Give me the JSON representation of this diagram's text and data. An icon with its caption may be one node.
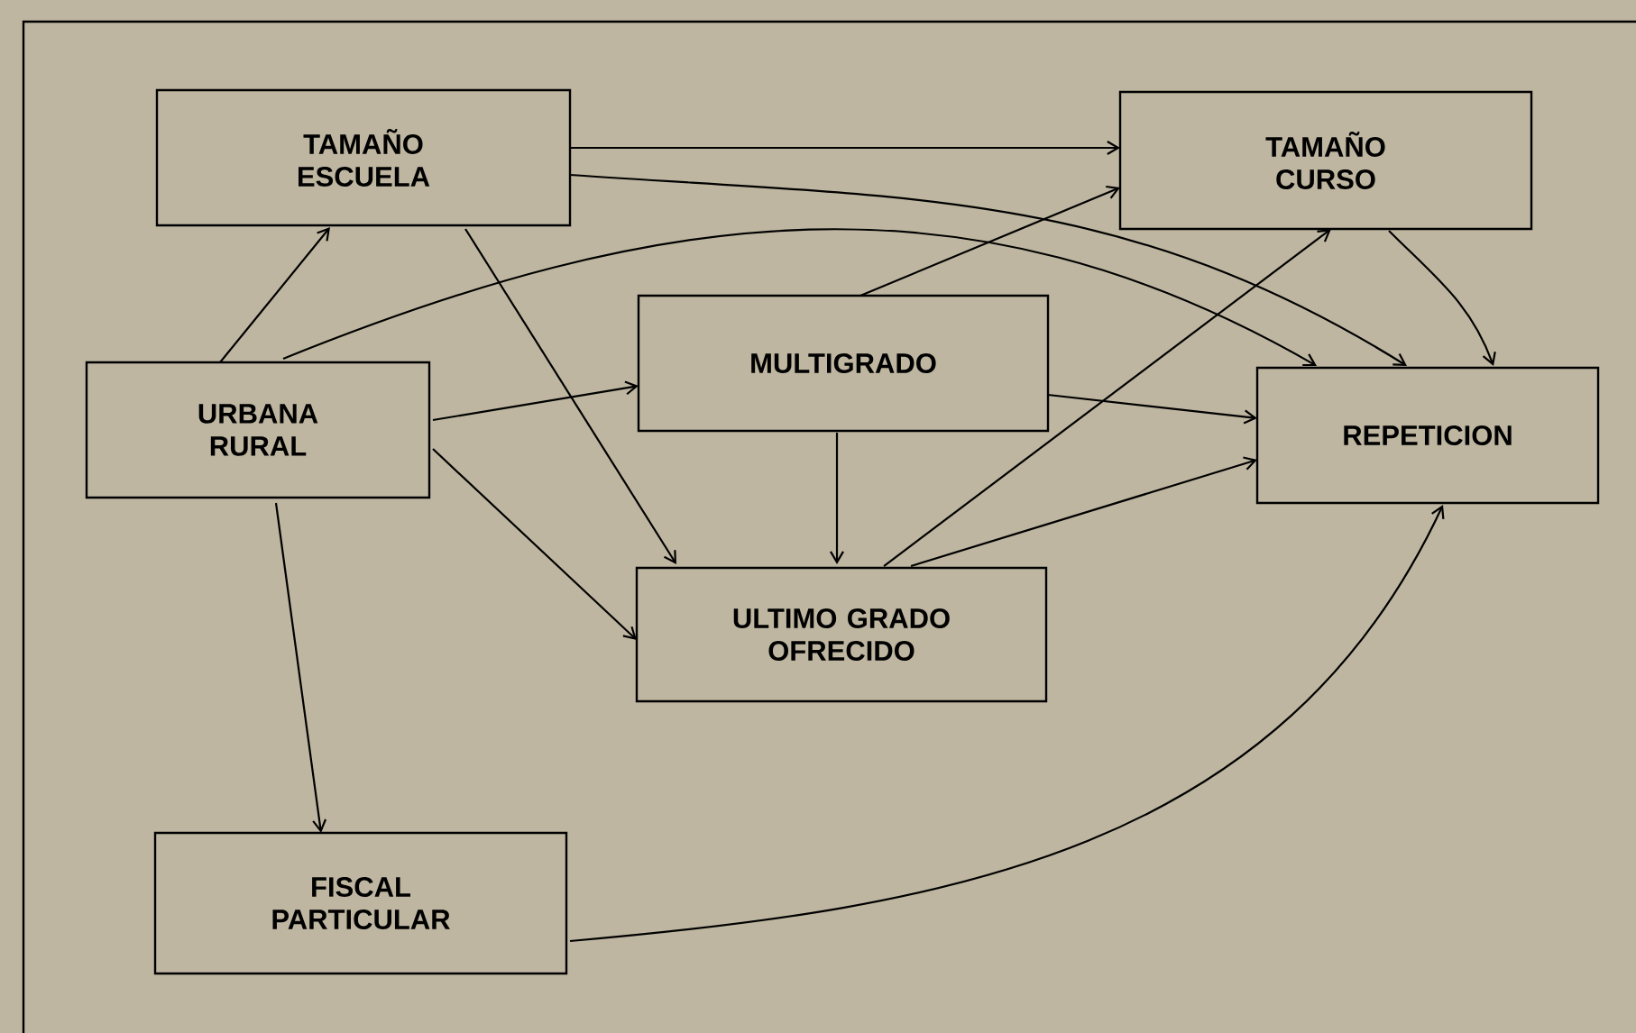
{
  "diagram": {
    "nodes": [
      {
        "text": [
          "TAMAÑO ESCUELA"
        ]
      },
      {
        "text": [
          "TAMAÑO CURSO"
        ]
      },
      {
        "text": [
          "URBANA RURAL"
        ]
      },
      {
        "text": [
          "MULTIGRADO"
        ]
      },
      {
        "text": [
          "REPETICION"
        ]
      },
      {
        "text": [
          "ULTIMO GRADO OFRECIDO"
        ]
      },
      {
        "text": [
          "FISCAL PARTICULAR"
        ]
      }
    ],
    "edges": [
      {
        "from": 0,
        "to": 1,
        "arrow": "to"
      },
      {
        "from": 0,
        "to": 4,
        "arrow": "to"
      },
      {
        "from": 0,
        "to": 5,
        "arrow": "to"
      },
      {
        "from": 2,
        "to": 0,
        "arrow": "to"
      },
      {
        "from": 2,
        "to": 4,
        "arrow": "to"
      },
      {
        "from": 2,
        "to": 3,
        "arrow": "to"
      },
      {
        "from": 2,
        "to": 5,
        "arrow": "to"
      },
      {
        "from": 2,
        "to": 6,
        "arrow": "to"
      },
      {
        "from": 3,
        "to": 1,
        "arrow": "to"
      },
      {
        "from": 3,
        "to": 4,
        "arrow": "to"
      },
      {
        "from": 3,
        "to": 5,
        "arrow": "to"
      },
      {
        "from": 5,
        "to": 1,
        "arrow": "to"
      },
      {
        "from": 5,
        "to": 4,
        "arrow": "to"
      },
      {
        "from": 1,
        "to": 4,
        "arrow": "to"
      },
      {
        "from": 6,
        "to": 4,
        "arrow": "to"
      }
    ]
  }
}
